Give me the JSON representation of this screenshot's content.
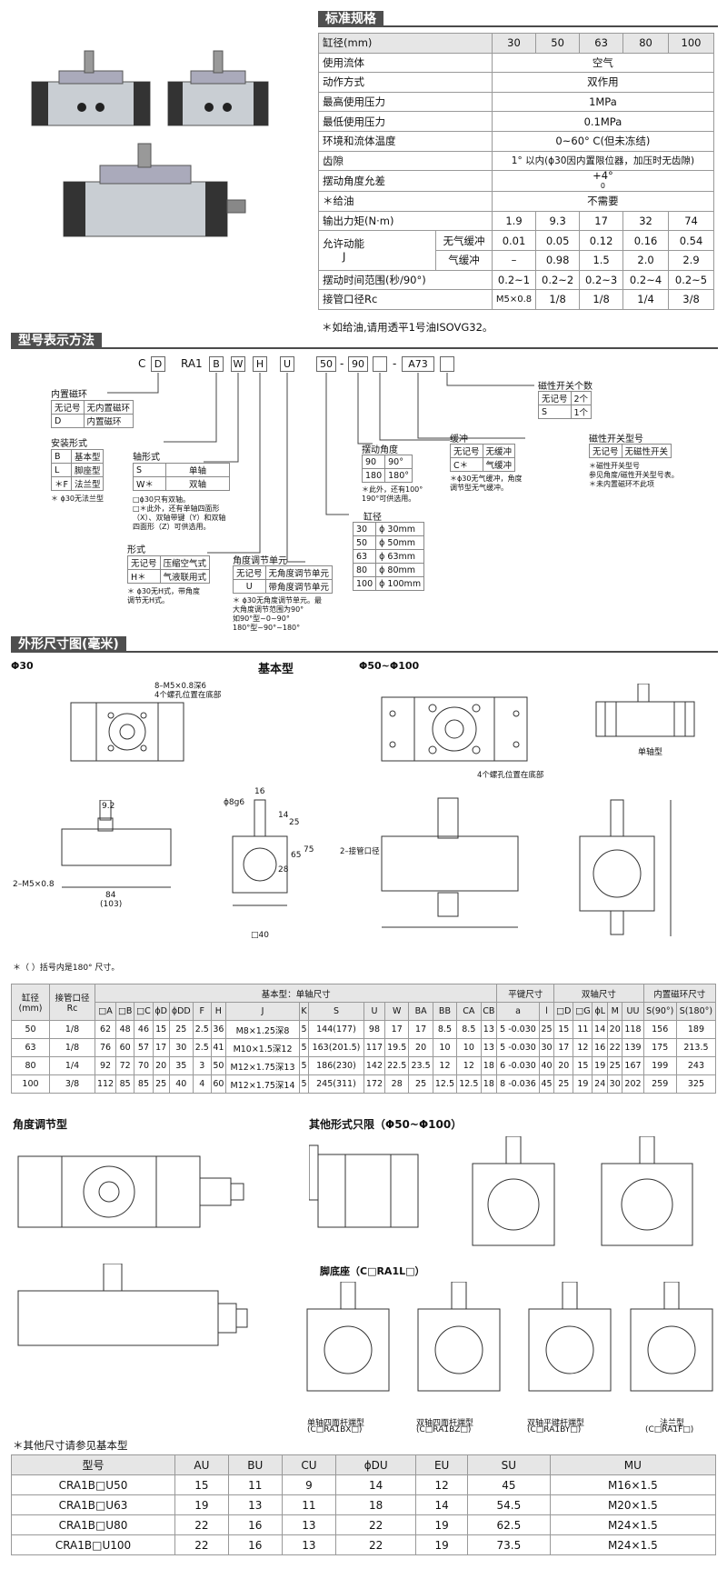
{
  "sections": {
    "spec": "标准规格",
    "model": "型号表示方法",
    "dims": "外形尺寸图(毫米)"
  },
  "spec": {
    "header": [
      "缸径(mm)",
      "30",
      "50",
      "63",
      "80",
      "100"
    ],
    "rows": [
      {
        "label": "使用流体",
        "value": "空气"
      },
      {
        "label": "动作方式",
        "value": "双作用"
      },
      {
        "label": "最高使用压力",
        "value": "1MPa"
      },
      {
        "label": "最低使用压力",
        "value": "0.1MPa"
      },
      {
        "label": "环境和流体温度",
        "value": "0~60° C(但未冻结)"
      },
      {
        "label": "齿隙",
        "value": "1° 以内(ϕ30因内置限位器，加压时无齿隙)"
      },
      {
        "label": "摆动角度允差",
        "value": "+4°",
        "sub": "0"
      },
      {
        "label": "＊给油",
        "value": "不需要"
      }
    ],
    "torque": {
      "label": "输出力矩(N·m)",
      "vals": [
        "1.9",
        "9.3",
        "17",
        "32",
        "74"
      ]
    },
    "energy": {
      "label": "允许动能",
      "unit": "J",
      "r1": {
        "label": "无气缓冲",
        "vals": [
          "0.01",
          "0.05",
          "0.12",
          "0.16",
          "0.54"
        ]
      },
      "r2": {
        "label": "气缓冲",
        "vals": [
          "–",
          "0.98",
          "1.5",
          "2.0",
          "2.9"
        ]
      }
    },
    "time": {
      "label": "摆动时间范围(秒/90°)",
      "vals": [
        "0.2~1",
        "0.2~2",
        "0.2~3",
        "0.2~4",
        "0.2~5"
      ]
    },
    "port": {
      "label": "接管口径Rc",
      "vals": [
        "M5×0.8",
        "1/8",
        "1/8",
        "1/4",
        "3/8"
      ]
    },
    "note": "＊如给油,请用透平1号油ISOVG32。"
  },
  "model": {
    "code": [
      "C",
      "D",
      "RA1",
      "B",
      "W",
      "H",
      "U",
      "50",
      "-",
      "90",
      "",
      "-",
      "A73",
      ""
    ],
    "magnet": {
      "title": "内置磁环",
      "rows": [
        [
          "无记号",
          "无内置磁环"
        ],
        [
          "D",
          "内置磁环"
        ]
      ]
    },
    "mount": {
      "title": "安装形式",
      "rows": [
        [
          "B",
          "基本型"
        ],
        [
          "L",
          "脚座型"
        ],
        [
          "＊F",
          "法兰型"
        ]
      ],
      "note": "＊ ϕ30无法兰型"
    },
    "shaft": {
      "title": "轴形式",
      "rows": [
        [
          "S",
          "单轴"
        ],
        [
          "W＊",
          "双轴"
        ]
      ],
      "note1": "□ϕ30只有双轴。",
      "note2": "□＊此外，还有单轴四面形",
      "note3": "（X）、双轴带键（Y）和双轴",
      "note4": "四面形（Z）可供选用。"
    },
    "form": {
      "title": "形式",
      "rows": [
        [
          "无记号",
          "压缩空气式"
        ],
        [
          "H＊",
          "气液联用式"
        ]
      ],
      "note1": "＊ ϕ30无H式，带角度",
      "note2": "调节无H式。"
    },
    "adj": {
      "title": "角度调节单元",
      "rows": [
        [
          "无记号",
          "无角度调节单元"
        ],
        [
          "U",
          "带角度调节单元"
        ]
      ],
      "note1": "＊ ϕ30无角度调节单元。最",
      "note2": "大角度调节范围为90°",
      "note3": "如90°型~0~90°",
      "note4": "180°型~90°~180°"
    },
    "bore": {
      "title": "缸径",
      "rows": [
        [
          "30",
          "ϕ 30mm"
        ],
        [
          "50",
          "ϕ 50mm"
        ],
        [
          "63",
          "ϕ 63mm"
        ],
        [
          "80",
          "ϕ 80mm"
        ],
        [
          "100",
          "ϕ 100mm"
        ]
      ]
    },
    "angle": {
      "title": "摆动角度",
      "rows": [
        [
          "90",
          "90°"
        ],
        [
          "180",
          "180°"
        ]
      ],
      "note1": "＊此外，还有100°",
      "note2": "190°可供选用。"
    },
    "cushion": {
      "title": "缓冲",
      "rows": [
        [
          "无记号",
          "无缓冲"
        ],
        [
          "C＊",
          "气缓冲"
        ]
      ],
      "note1": "＊ϕ30无气缓冲，角度",
      "note2": "调节型无气缓冲。"
    },
    "count": {
      "title": "磁性开关个数",
      "rows": [
        [
          "无记号",
          "2个"
        ],
        [
          "S",
          "1个"
        ]
      ]
    },
    "switch": {
      "title": "磁性开关型号",
      "rows": [
        [
          "无记号",
          "无磁性开关"
        ]
      ],
      "note1": "＊磁性开关型号",
      "note2": "参见角度/磁性开关型号表。",
      "note3": "＊未内置磁环不此项"
    }
  },
  "drawings": {
    "phi30": "Φ30",
    "basic": "基本型",
    "phi50_100": "Φ50~Φ100",
    "single_shaft": "单轴型",
    "d30_m5": "8–M5×0.8深6",
    "d30_m5b": "4个螺孔位置在底部",
    "d30_holes": "4个螺孔位置在底部",
    "port2": "2–M5×0.8",
    "port2b": "2–接管口径",
    "dim_92": "9.2",
    "dim_84": "84",
    "dim_103": "(103)",
    "dim_8g6": "ϕ8g6",
    "dim_16": "16",
    "dim_14": "14",
    "dim_25": "25",
    "dim_28": "28",
    "dim_65": "65",
    "dim_75": "75",
    "dim_40": "□40",
    "note_brackets": "＊（  ）括号内是180° 尺寸。",
    "angle_type": "角度调节型",
    "other_form": "其他形式只限（Φ50~Φ100）",
    "foot": "脚底座（C□RA1L□）",
    "cap1": "单轴四面杆端型",
    "cap1b": "(C□RA1BX□)",
    "cap2": "双轴四面杆端型",
    "cap2b": "(C□RA1BZ□)",
    "cap3": "双轴平键杆端型",
    "cap3b": "(C□RA1BY□)",
    "cap4": "法兰型",
    "cap4b": "(C□RA1F□)",
    "other_note": "＊其他尺寸请参见基本型"
  },
  "dimtable": {
    "h_bore": "缸径\n(mm)",
    "h_port": "接管口径\nRc",
    "h_basic": "基本型：单轴尺寸",
    "h_key": "平键尺寸",
    "h_double": "双轴尺寸",
    "h_mag": "内置磁环尺寸",
    "cols": [
      "□A",
      "□B",
      "□C",
      "ϕD",
      "ϕDD",
      "F",
      "H",
      "J",
      "K",
      "S",
      "U",
      "W",
      "BA",
      "BB",
      "CA",
      "CB",
      "a",
      "l",
      "□D",
      "□G",
      "ϕL",
      "M",
      "UU",
      "S(90°)",
      "S(180°)"
    ],
    "rows": [
      {
        "bore": "50",
        "port": "1/8",
        "v": [
          "62",
          "48",
          "46",
          "15",
          "25",
          "2.5",
          "36",
          "M8×1.25深8",
          "5",
          "144(177)",
          "98",
          "17",
          "17",
          "8.5",
          "8.5",
          "13",
          "5 -0.030",
          "25",
          "15",
          "11",
          "14",
          "20",
          "118",
          "156",
          "189"
        ]
      },
      {
        "bore": "63",
        "port": "1/8",
        "v": [
          "76",
          "60",
          "57",
          "17",
          "30",
          "2.5",
          "41",
          "M10×1.5深12",
          "5",
          "163(201.5)",
          "117",
          "19.5",
          "20",
          "10",
          "10",
          "13",
          "5 -0.030",
          "30",
          "17",
          "12",
          "16",
          "22",
          "139",
          "175",
          "213.5"
        ]
      },
      {
        "bore": "80",
        "port": "1/4",
        "v": [
          "92",
          "72",
          "70",
          "20",
          "35",
          "3",
          "50",
          "M12×1.75深13",
          "5",
          "186(230)",
          "142",
          "22.5",
          "23.5",
          "12",
          "12",
          "18",
          "6 -0.030",
          "40",
          "20",
          "15",
          "19",
          "25",
          "167",
          "199",
          "243"
        ]
      },
      {
        "bore": "100",
        "port": "3/8",
        "v": [
          "112",
          "85",
          "85",
          "25",
          "40",
          "4",
          "60",
          "M12×1.75深14",
          "5",
          "245(311)",
          "172",
          "28",
          "25",
          "12.5",
          "12.5",
          "18",
          "8 -0.036",
          "45",
          "25",
          "19",
          "24",
          "30",
          "202",
          "259",
          "325"
        ]
      }
    ]
  },
  "bottom": {
    "header": [
      "型号",
      "AU",
      "BU",
      "CU",
      "ϕDU",
      "EU",
      "SU",
      "MU"
    ],
    "rows": [
      [
        "CRA1B□U50",
        "15",
        "11",
        "9",
        "14",
        "12",
        "45",
        "M16×1.5"
      ],
      [
        "CRA1B□U63",
        "19",
        "13",
        "11",
        "18",
        "14",
        "54.5",
        "M20×1.5"
      ],
      [
        "CRA1B□U80",
        "22",
        "16",
        "13",
        "22",
        "19",
        "62.5",
        "M24×1.5"
      ],
      [
        "CRA1B□U100",
        "22",
        "16",
        "13",
        "22",
        "19",
        "73.5",
        "M24×1.5"
      ]
    ]
  }
}
